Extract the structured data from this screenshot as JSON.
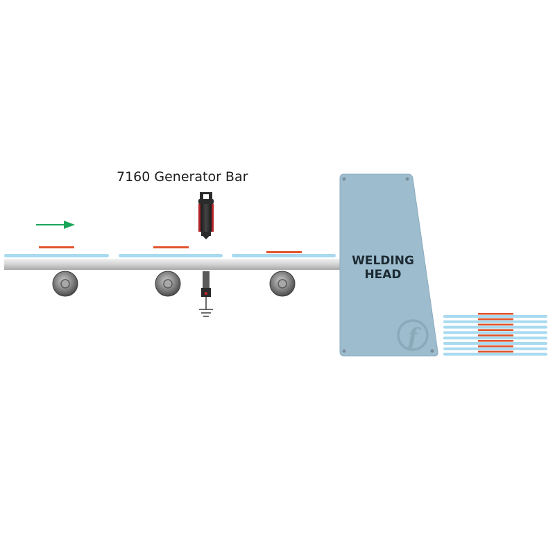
{
  "generator_label": "7160 Generator Bar",
  "welding_head": {
    "line1": "WELDING",
    "line2": "HEAD"
  },
  "logo_letter": "f",
  "colors": {
    "sheet": "#a8daf0",
    "strip": "#e2542b",
    "arrow": "#19a55a",
    "rail": "#dcdcdc",
    "head_fill": "#9dbdce",
    "head_stroke": "#7f9fb0",
    "generator_body": "#2b2b2b",
    "generator_accent": "#b3262b"
  },
  "icons": {
    "arrow": "right-arrow-icon",
    "ground": "ground-icon",
    "logo": "brand-f-icon"
  }
}
